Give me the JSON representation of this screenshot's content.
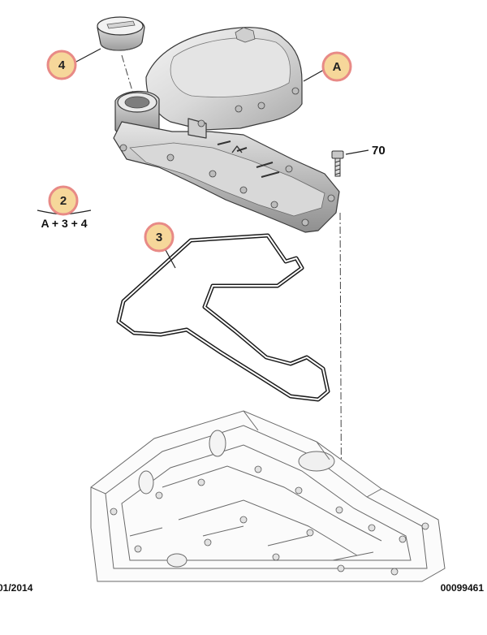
{
  "callouts": {
    "cap": "4",
    "cover": "A",
    "kit": "2",
    "gasket": "3"
  },
  "kit_formula": "A + 3 + 4",
  "bolt_ref": "70",
  "footer": {
    "date": "01/2014",
    "ref_number": "00099461"
  },
  "colors": {
    "callout_fill": "#f6d79a",
    "callout_ring": "#e88a86",
    "line": "#222222",
    "part_fill": "#f2f2f2"
  }
}
